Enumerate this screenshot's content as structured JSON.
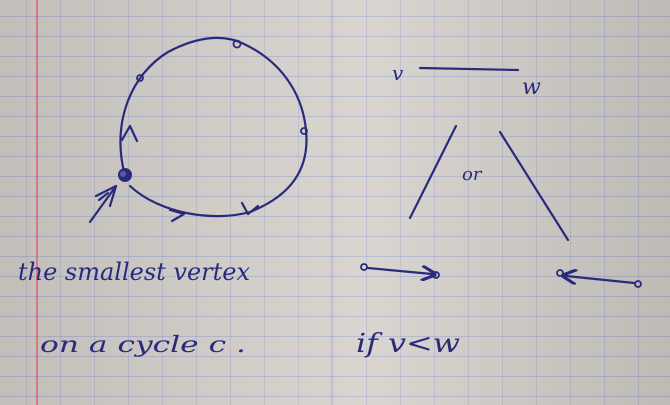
{
  "ink_color": "#2b2a7a",
  "paper_color": "#d8d3ce",
  "rule_color": "#5c7ed2",
  "margin_color": "#dc626c",
  "left_figure": {
    "vertex_label_top": "o",
    "vertex_label_left": "o",
    "vertex_label_right": "o",
    "caption_line1": "the smallest vertex",
    "caption_line2": "on a cycle c ."
  },
  "right_figure": {
    "label_v": "v",
    "label_w": "w",
    "label_or": "or",
    "caption": "if v<w"
  }
}
